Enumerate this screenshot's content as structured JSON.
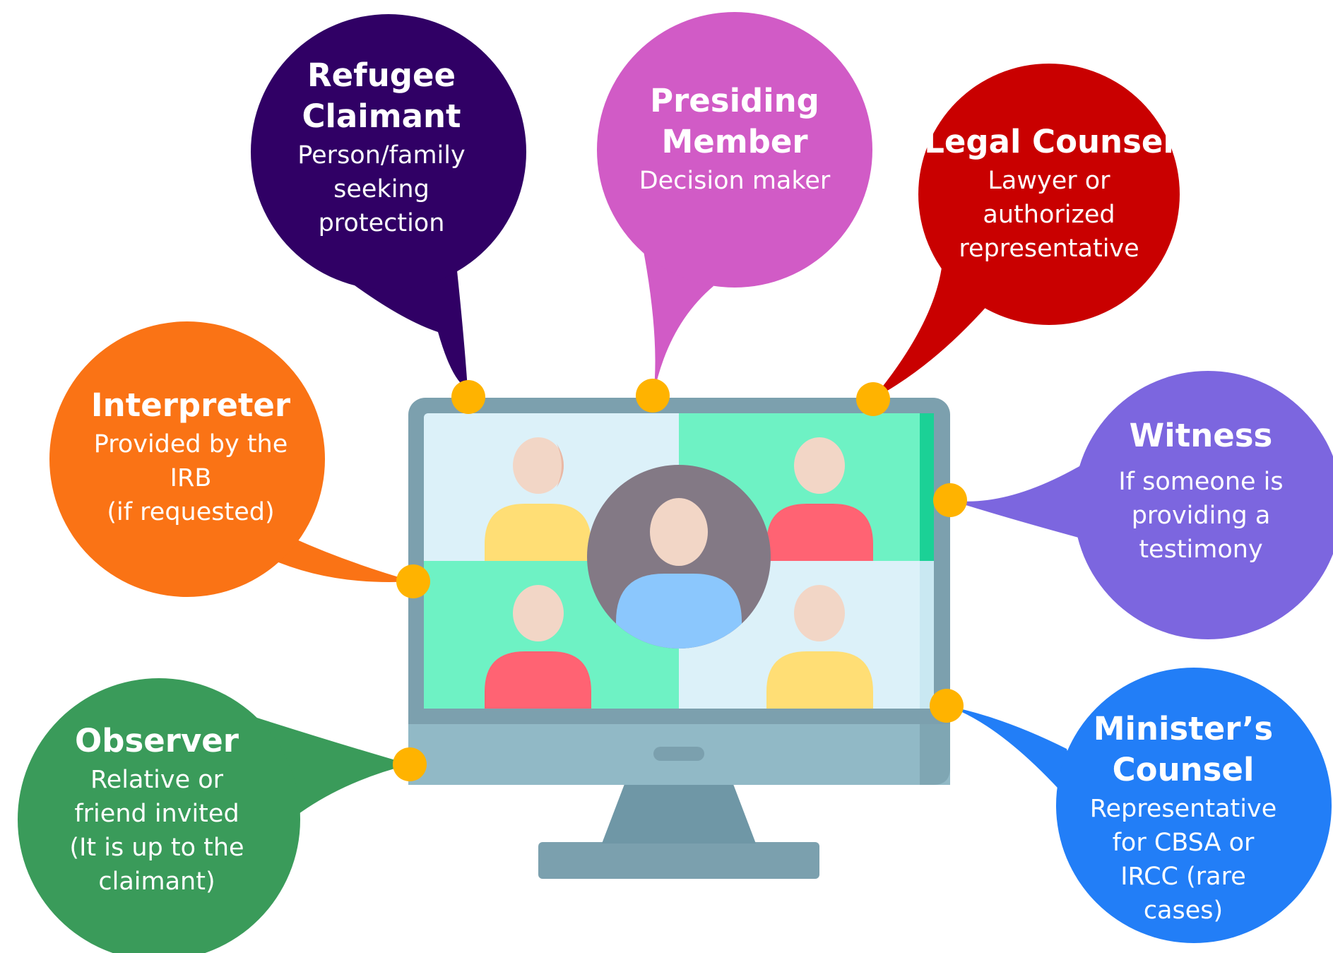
{
  "colors": {
    "refugee_claimant": "#300065",
    "presiding_member": "#d15bc6",
    "legal_counsel": "#c90000",
    "interpreter": "#fa7315",
    "witness": "#7c66df",
    "observer": "#3a9b5a",
    "ministers_counsel": "#227ef7",
    "connector_dot": "#ffb300"
  },
  "monitor_icon": "video-conference-monitor-icon",
  "roles": [
    {
      "id": "refugee_claimant",
      "title": "Refugee Claimant",
      "lines": [
        "Person/family",
        "seeking",
        "protection"
      ]
    },
    {
      "id": "presiding_member",
      "title": "Presiding Member",
      "lines": [
        "Decision maker"
      ]
    },
    {
      "id": "legal_counsel",
      "title": "Legal Counsel",
      "lines": [
        "Lawyer or",
        "authorized",
        "representative"
      ]
    },
    {
      "id": "interpreter",
      "title": "Interpreter",
      "lines": [
        "Provided by the",
        "IRB",
        "(if requested)"
      ]
    },
    {
      "id": "witness",
      "title": "Witness",
      "lines": [
        "If someone is",
        "providing a",
        "testimony"
      ]
    },
    {
      "id": "observer",
      "title": "Observer",
      "lines": [
        "Relative or",
        "friend invited",
        "(It is up to the",
        "claimant)"
      ]
    },
    {
      "id": "ministers_counsel",
      "title": "Minister’s Counsel",
      "lines": [
        "Representative",
        "for CBSA or",
        "IRCC (rare",
        "cases)"
      ]
    }
  ]
}
